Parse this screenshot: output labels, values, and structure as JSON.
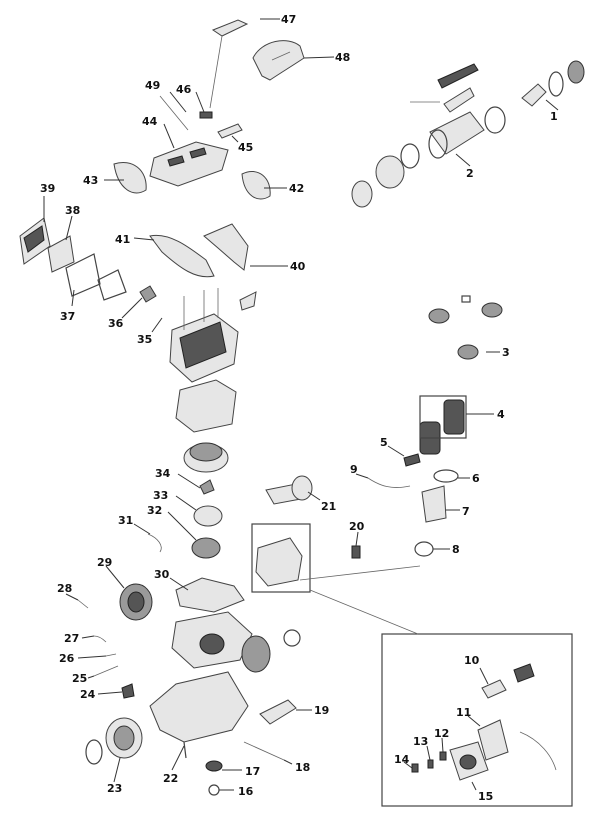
{
  "diagram": {
    "callouts": [
      "1",
      "2",
      "3",
      "4",
      "5",
      "6",
      "7",
      "8",
      "9",
      "10",
      "11",
      "12",
      "13",
      "14",
      "15",
      "16",
      "17",
      "18",
      "19",
      "20",
      "21",
      "22",
      "23",
      "24",
      "25",
      "26",
      "27",
      "28",
      "29",
      "30",
      "31",
      "32",
      "33",
      "34",
      "35",
      "36",
      "37",
      "38",
      "39",
      "40",
      "41",
      "42",
      "43",
      "44",
      "45",
      "46",
      "47",
      "48",
      "49"
    ]
  }
}
